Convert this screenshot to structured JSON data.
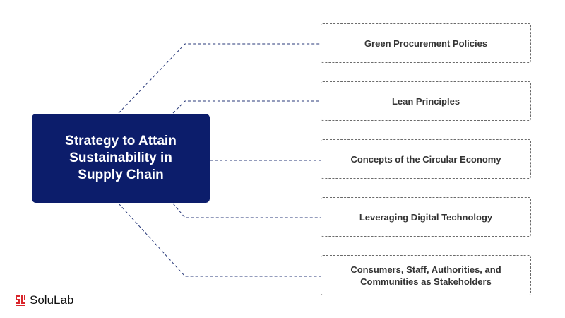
{
  "center": {
    "title": "Strategy to Attain Sustainability in Supply Chain",
    "color": "#0c1d6b"
  },
  "branches": [
    {
      "label": "Green Procurement Policies"
    },
    {
      "label": "Lean Principles"
    },
    {
      "label": "Concepts of the Circular Economy"
    },
    {
      "label": "Leveraging Digital Technology"
    },
    {
      "label": "Consumers, Staff, Authorities, and Communities as Stakeholders"
    }
  ],
  "connector_color": "#2a3a7a",
  "logo": {
    "text": "SoluLab",
    "accent": "#d9252b"
  }
}
